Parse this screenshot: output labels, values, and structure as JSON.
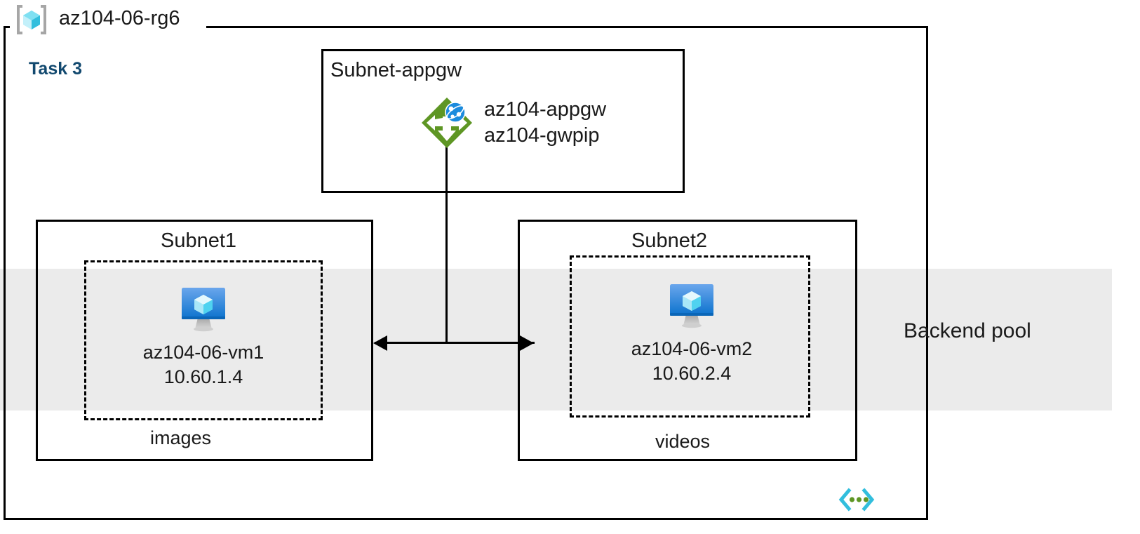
{
  "diagram": {
    "resource_group": {
      "name": "az104-06-rg6",
      "icon": "resource-group-cube-icon"
    },
    "task_label": "Task 3",
    "backend_pool": {
      "label": "Backend pool",
      "band_color": "#ebebeb"
    },
    "vnet_badge_icon": "virtual-network-icon",
    "subnets": [
      {
        "id": "subnet-appgw",
        "title": "Subnet-appgw",
        "resources": [
          {
            "icon": "application-gateway-icon",
            "lines": [
              "az104-appgw",
              "az104-gwpip"
            ]
          }
        ]
      },
      {
        "id": "subnet1",
        "title": "Subnet1",
        "group_caption": "images",
        "vm": {
          "icon": "virtual-machine-icon",
          "name": "az104-06-vm1",
          "ip": "10.60.1.4"
        }
      },
      {
        "id": "subnet2",
        "title": "Subnet2",
        "group_caption": "videos",
        "vm": {
          "icon": "virtual-machine-icon",
          "name": "az104-06-vm2",
          "ip": "10.60.2.4"
        }
      }
    ],
    "colors": {
      "task_blue": "#12496f",
      "outline_black": "#000000",
      "band_gray": "#ebebeb",
      "appgw_green": "#5e9624",
      "azure_blue": "#0078d4",
      "cyan": "#32bedd"
    }
  }
}
